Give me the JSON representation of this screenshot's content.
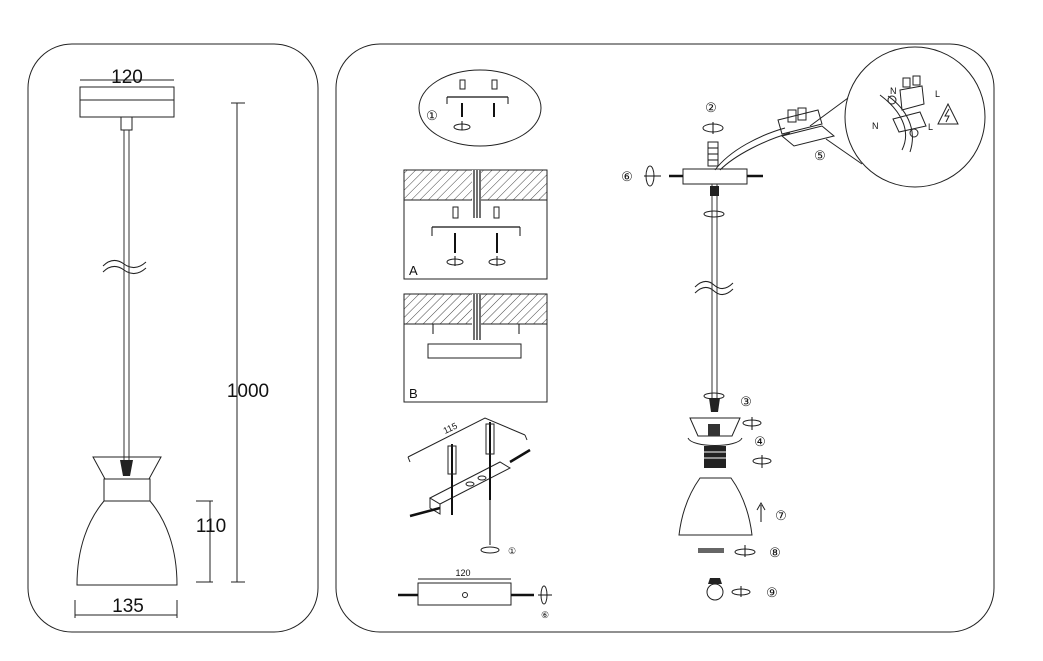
{
  "left_panel": {
    "dim_canopy_width": "120",
    "dim_total_height": "1000",
    "dim_shade_height": "110",
    "dim_shade_width": "135"
  },
  "right_panel": {
    "step_labels": {
      "s1": "①",
      "s2": "②",
      "s3": "③",
      "s4": "④",
      "s5": "⑤",
      "s6": "⑥",
      "s7": "⑦",
      "s8": "⑧",
      "s9": "⑨",
      "s1_small": "①",
      "s6_small": "⑥"
    },
    "ceiling_variant_a": "A",
    "ceiling_variant_b": "B",
    "bracket_width": "115",
    "canopy_width": "120",
    "terminal_labels": {
      "n_top": "N",
      "l_top": "L",
      "n_bottom": "N",
      "l_bottom": "L"
    }
  }
}
